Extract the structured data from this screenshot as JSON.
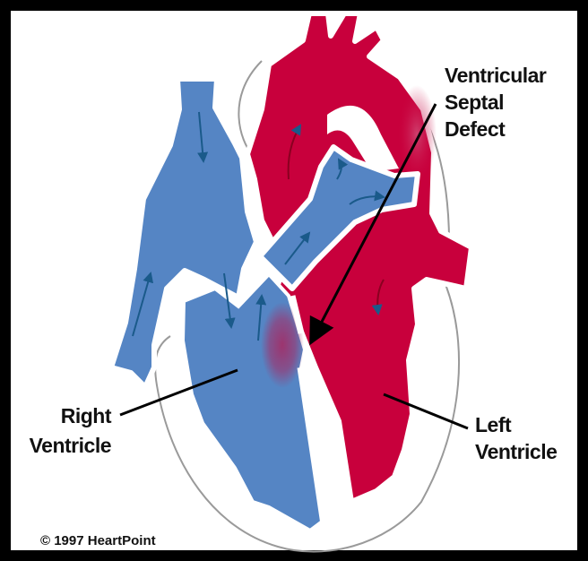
{
  "diagram": {
    "labels": {
      "vsd": [
        "Ventricular",
        "Septal",
        "Defect"
      ],
      "right_ventricle": [
        "Right",
        "Ventricle"
      ],
      "left_ventricle": [
        "Left",
        "Ventricle"
      ]
    },
    "copyright": "© 1997 HeartPoint",
    "colors": {
      "deoxygenated": "#5585c4",
      "oxygenated": "#c8003c",
      "mixing": "#a0306a",
      "frame": "#000000"
    }
  }
}
